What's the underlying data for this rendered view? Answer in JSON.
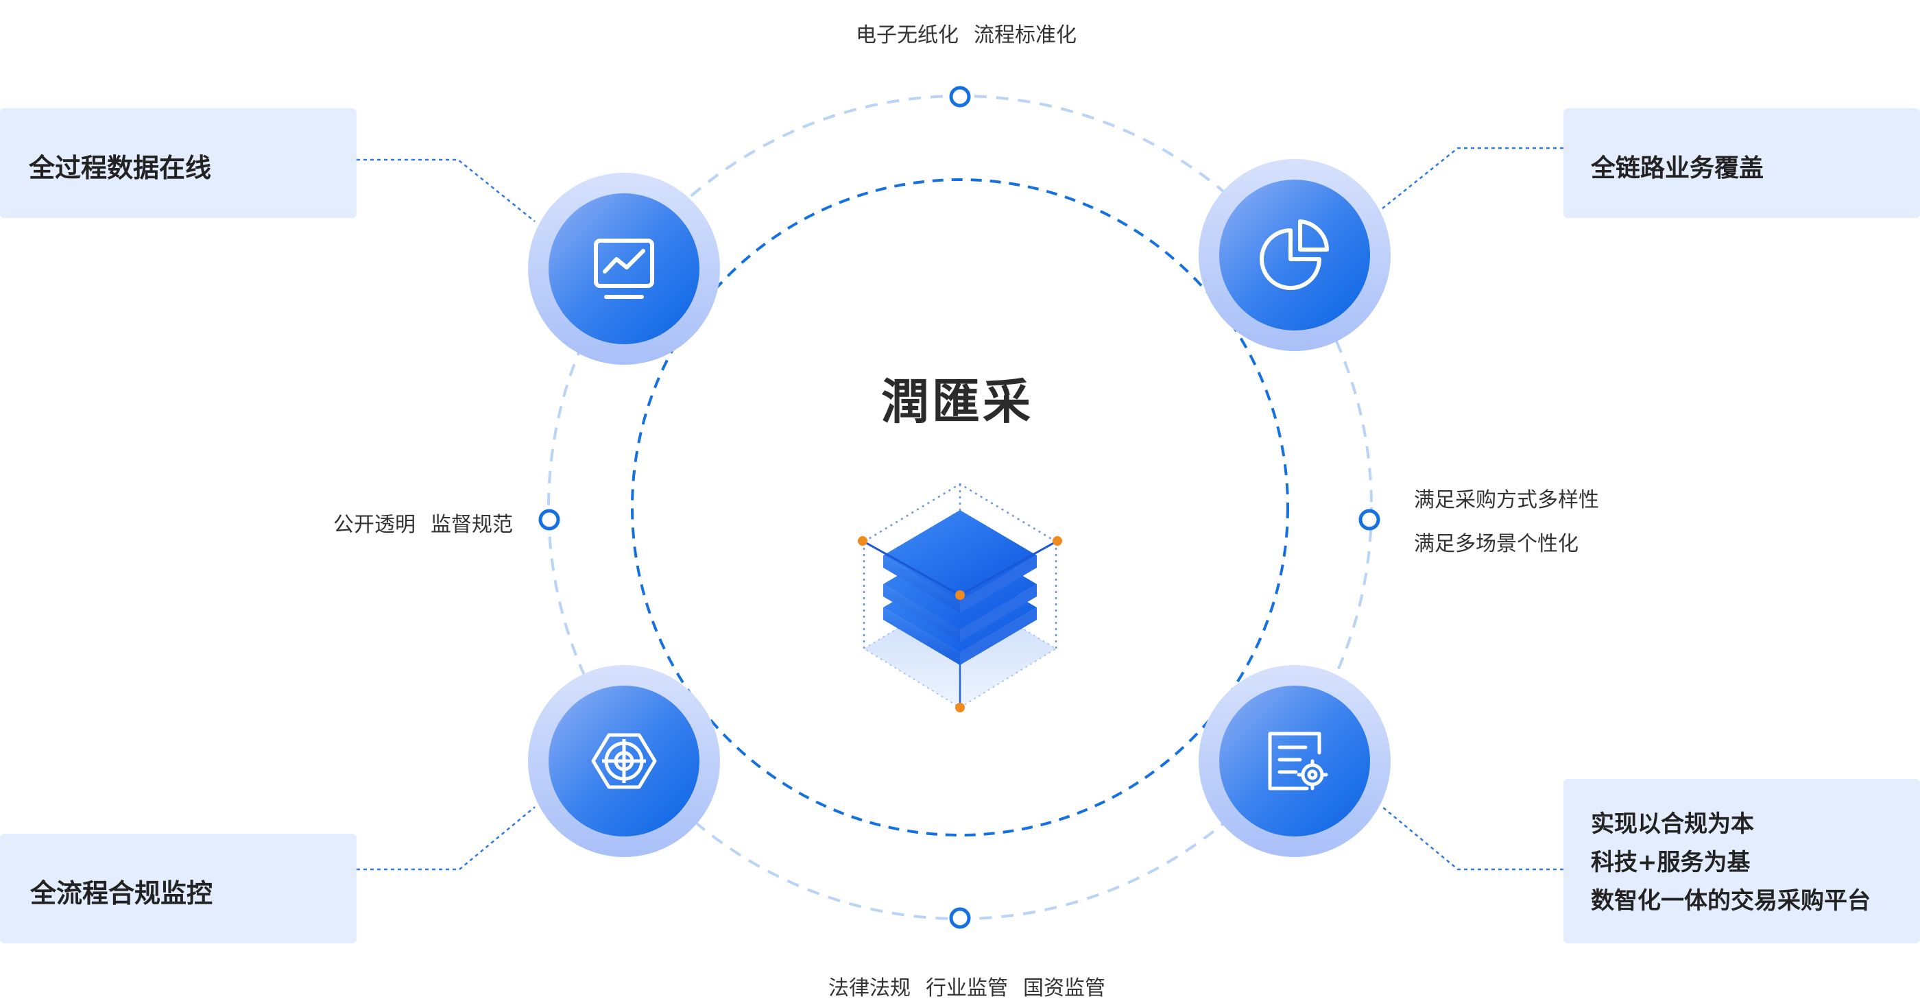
{
  "center": {
    "title": "潤匯采"
  },
  "top_caption": [
    "电子无纸化",
    "流程标准化"
  ],
  "left_caption": [
    "公开透明",
    "监督规范"
  ],
  "right_caption": [
    "满足采购方式多样性",
    "满足多场景个性化"
  ],
  "bottom_caption": [
    "法律法规",
    "行业监管",
    "国资监管"
  ],
  "boxes": {
    "top_left": "全过程数据在线",
    "top_right": "全链路业务覆盖",
    "bottom_left": "全流程合规监控",
    "bottom_right": [
      "实现以合规为本",
      "科技+服务为基",
      "数智化一体的交易采购平台"
    ]
  },
  "nodes": {
    "top_left_icon": "monitor-chart-icon",
    "top_right_icon": "pie-chart-icon",
    "bottom_left_icon": "hexagon-target-icon",
    "bottom_right_icon": "document-gear-icon"
  },
  "colors": {
    "primary_blue": "#0d6ee8",
    "light_blue": "#b9d4f6",
    "box_bg": "#e4edfd",
    "accent_orange": "#f08a1c"
  }
}
